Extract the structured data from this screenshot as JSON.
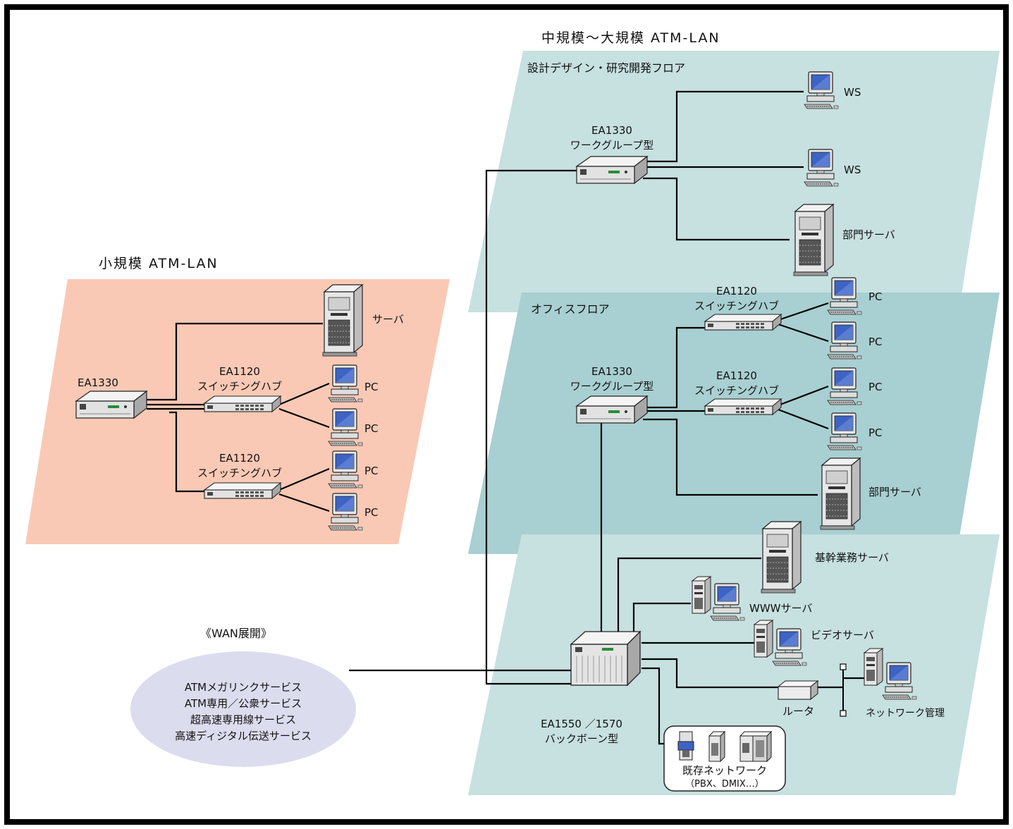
{
  "sections": {
    "large_title": "中規模～大規模 ATM-LAN",
    "small_title": "小規模 ATM-LAN",
    "design_floor": "設計デザイン・研究開発フロア",
    "office_floor": "オフィスフロア",
    "wan_title": "《WAN展開》"
  },
  "design": {
    "switch_model": "EA1330",
    "switch_type": "ワークグループ型",
    "ws1": "WS",
    "ws2": "WS",
    "server": "部門サーバ"
  },
  "office": {
    "switch_model": "EA1330",
    "switch_type": "ワークグループ型",
    "hub1_model": "EA1120",
    "hub1_type": "スイッチングハブ",
    "hub2_model": "EA1120",
    "hub2_type": "スイッチングハブ",
    "pc1": "PC",
    "pc2": "PC",
    "pc3": "PC",
    "pc4": "PC",
    "server": "部門サーバ"
  },
  "backbone": {
    "model": "EA1550 ／1570",
    "type": "バックボーン型",
    "core_server": "基幹業務サーバ",
    "www_server": "WWWサーバ",
    "video_server": "ビデオサーバ",
    "router": "ルータ",
    "net_mgmt": "ネットワーク管理",
    "existing_line1": "既存ネットワーク",
    "existing_line2": "（PBX、DMIX…）"
  },
  "small": {
    "switch_model": "EA1330",
    "hub1_model": "EA1120",
    "hub1_type": "スイッチングハブ",
    "hub2_model": "EA1120",
    "hub2_type": "スイッチングハブ",
    "server": "サーバ",
    "pc1": "PC",
    "pc2": "PC",
    "pc3": "PC",
    "pc4": "PC"
  },
  "wan": {
    "services": [
      "ATMメガリンクサービス",
      "ATM専用／公衆サービス",
      "超高速専用線サービス",
      "高速ディジタル伝送サービス"
    ]
  },
  "colors": {
    "small_area": "#f9c9b5",
    "design_area": "#c7e0e0",
    "office_area": "#a8cfd1",
    "backbone_area": "#c7e0e0",
    "wan_ellipse": "#dcdcef"
  }
}
